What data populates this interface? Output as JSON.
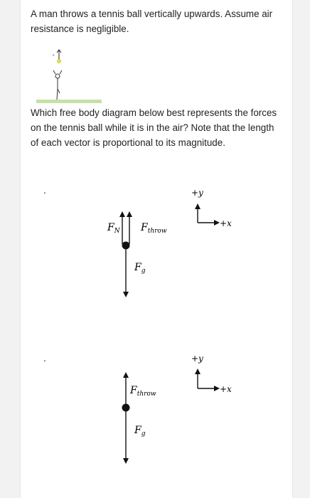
{
  "question": {
    "intro": "A man throws a tennis ball vertically upwards. Assume air resistance is negligible.",
    "prompt": "Which free body diagram below best represents the forces on the tennis ball while it is in the air? Note that the length of each vector is proportional to its magnitude."
  },
  "options": [
    {
      "bullet": ".",
      "forces": [
        {
          "label_main": "F",
          "label_sub": "N",
          "direction": "up"
        },
        {
          "label_main": "F",
          "label_sub": "throw",
          "direction": "up"
        },
        {
          "label_main": "F",
          "label_sub": "g",
          "direction": "down"
        }
      ],
      "axes": {
        "y_label": "+y",
        "x_label": "+x"
      }
    },
    {
      "bullet": ".",
      "forces": [
        {
          "label_main": "F",
          "label_sub": "throw",
          "direction": "up"
        },
        {
          "label_main": "F",
          "label_sub": "g",
          "direction": "down"
        }
      ],
      "axes": {
        "y_label": "+y",
        "x_label": "+x"
      }
    }
  ],
  "colors": {
    "ground": "#c6e0a8",
    "ball": "#111111",
    "text": "#222222"
  }
}
